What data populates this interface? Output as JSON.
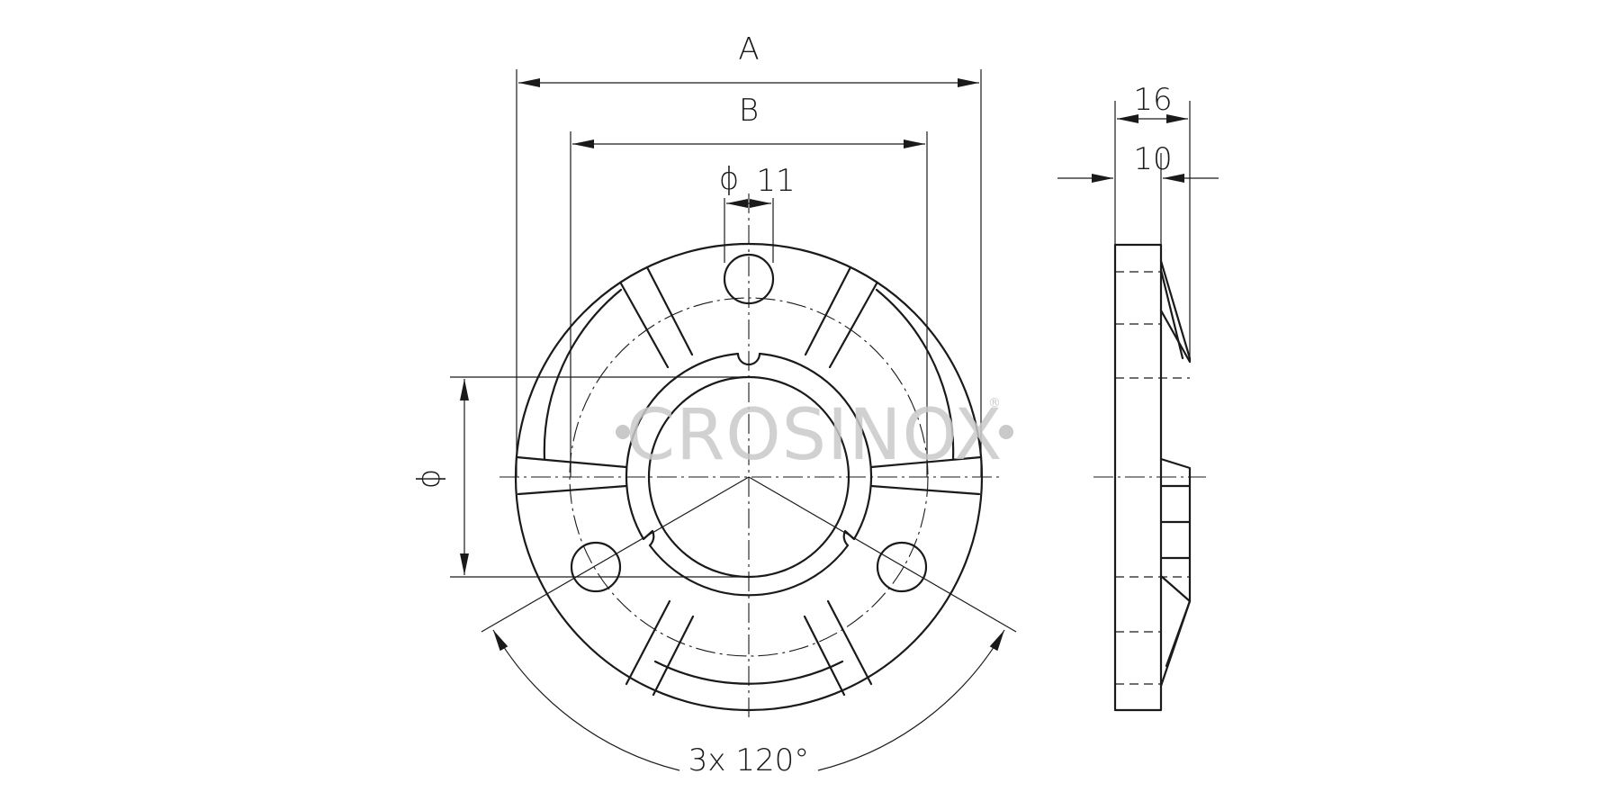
{
  "dimensions": {
    "outer_diameter_label": "A",
    "bolt_circle_label": "B",
    "hole_diameter_symbol": "ϕ",
    "hole_diameter_value": "11",
    "bore_diameter_symbol": "ϕ",
    "hole_pattern": "3x  120°",
    "total_thickness": "16",
    "flange_thickness": "10"
  },
  "watermark": {
    "brand": "CROSINOX",
    "registered": "®"
  }
}
